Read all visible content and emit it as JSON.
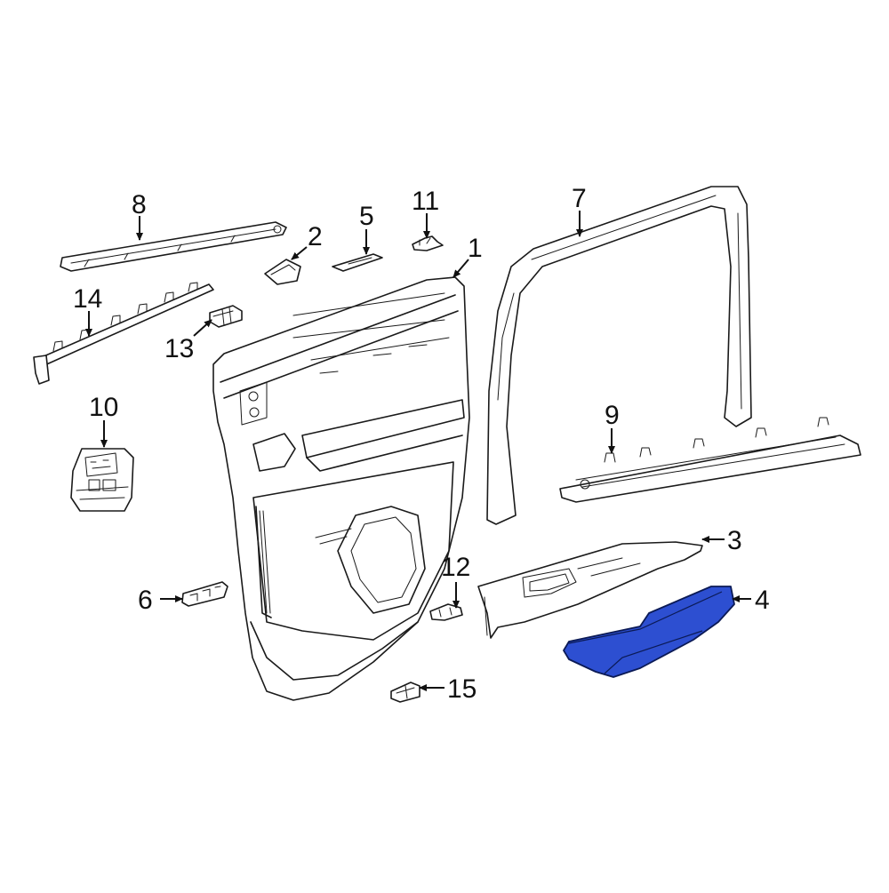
{
  "diagram": {
    "callouts": [
      "1",
      "2",
      "3",
      "4",
      "5",
      "6",
      "7",
      "8",
      "9",
      "10",
      "11",
      "12",
      "13",
      "14",
      "15"
    ],
    "highlight_color": "#2d4fd1",
    "highlighted_part": "4"
  }
}
